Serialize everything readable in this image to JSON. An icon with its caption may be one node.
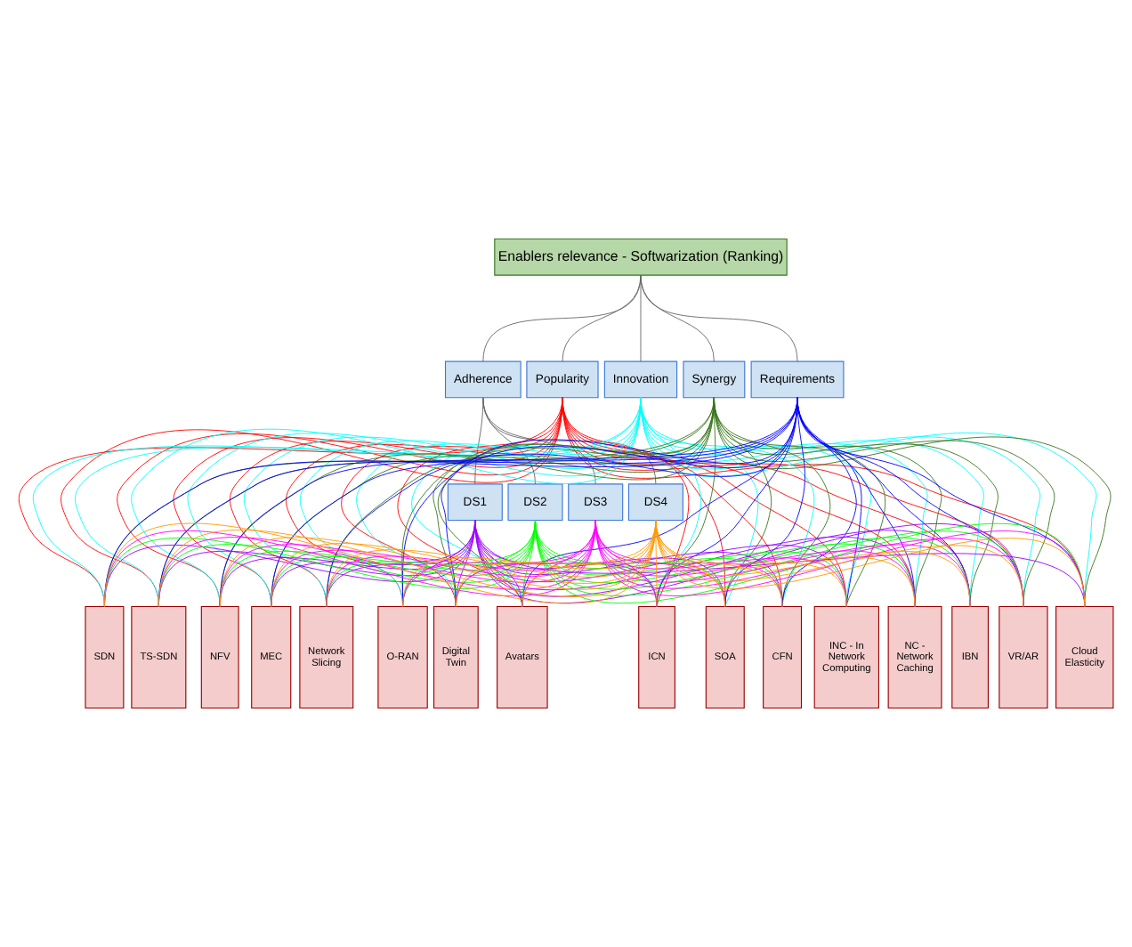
{
  "diagram": {
    "nodes": [
      {
        "text": [
          "Enablers relevance - Softwarization (Ranking)"
        ]
      },
      {
        "text": [
          "Adherence"
        ]
      },
      {
        "text": [
          "Popularity"
        ]
      },
      {
        "text": [
          "Innovation"
        ]
      },
      {
        "text": [
          "Synergy"
        ]
      },
      {
        "text": [
          "Requirements"
        ]
      },
      {
        "text": [
          "DS1"
        ]
      },
      {
        "text": [
          "DS2"
        ]
      },
      {
        "text": [
          "DS3"
        ]
      },
      {
        "text": [
          "DS4"
        ]
      },
      {
        "text": [
          "SDN"
        ]
      },
      {
        "text": [
          "TS-SDN"
        ]
      },
      {
        "text": [
          "NFV"
        ]
      },
      {
        "text": [
          "MEC"
        ]
      },
      {
        "text": [
          "Network Slicing"
        ]
      },
      {
        "text": [
          "O-RAN"
        ]
      },
      {
        "text": [
          "Digital Twin"
        ]
      },
      {
        "text": [
          "Avatars"
        ]
      },
      {
        "text": [
          "ICN"
        ]
      },
      {
        "text": [
          "SOA"
        ]
      },
      {
        "text": [
          "CFN"
        ]
      },
      {
        "text": [
          "INC - In Network Computing"
        ]
      },
      {
        "text": [
          "NC - Network Caching"
        ]
      },
      {
        "text": [
          "IBN"
        ]
      },
      {
        "text": [
          "VR/AR"
        ]
      },
      {
        "text": [
          "Cloud Elasticity"
        ]
      }
    ],
    "edges": [
      {
        "from": 0,
        "to": 1,
        "arrow": "none",
        "color": "#666666"
      },
      {
        "from": 0,
        "to": 2,
        "arrow": "none",
        "color": "#666666"
      },
      {
        "from": 0,
        "to": 3,
        "arrow": "none",
        "color": "#666666"
      },
      {
        "from": 0,
        "to": 4,
        "arrow": "none",
        "color": "#666666"
      },
      {
        "from": 0,
        "to": 5,
        "arrow": "none",
        "color": "#666666"
      },
      {
        "from": 1,
        "to": 6,
        "arrow": "none",
        "color": "#666666"
      },
      {
        "from": 1,
        "to": 7,
        "arrow": "none",
        "color": "#666666"
      },
      {
        "from": 1,
        "to": 8,
        "arrow": "none",
        "color": "#666666"
      },
      {
        "from": 1,
        "to": 9,
        "arrow": "none",
        "color": "#666666"
      },
      {
        "from": 6,
        "to": 10,
        "arrow": "none",
        "color": "#9900ff"
      },
      {
        "from": 6,
        "to": 11,
        "arrow": "none",
        "color": "#9900ff"
      },
      {
        "from": 6,
        "to": 12,
        "arrow": "none",
        "color": "#9900ff"
      },
      {
        "from": 6,
        "to": 13,
        "arrow": "none",
        "color": "#9900ff"
      },
      {
        "from": 6,
        "to": 14,
        "arrow": "none",
        "color": "#9900ff"
      },
      {
        "from": 6,
        "to": 15,
        "arrow": "none",
        "color": "#9900ff"
      },
      {
        "from": 6,
        "to": 16,
        "arrow": "none",
        "color": "#9900ff"
      },
      {
        "from": 6,
        "to": 17,
        "arrow": "none",
        "color": "#9900ff"
      },
      {
        "from": 6,
        "to": 18,
        "arrow": "none",
        "color": "#9900ff"
      },
      {
        "from": 6,
        "to": 19,
        "arrow": "none",
        "color": "#9900ff"
      },
      {
        "from": 6,
        "to": 20,
        "arrow": "none",
        "color": "#9900ff"
      },
      {
        "from": 6,
        "to": 21,
        "arrow": "none",
        "color": "#9900ff"
      },
      {
        "from": 6,
        "to": 22,
        "arrow": "none",
        "color": "#9900ff"
      },
      {
        "from": 6,
        "to": 23,
        "arrow": "none",
        "color": "#9900ff"
      },
      {
        "from": 6,
        "to": 24,
        "arrow": "none",
        "color": "#9900ff"
      },
      {
        "from": 6,
        "to": 25,
        "arrow": "none",
        "color": "#9900ff"
      },
      {
        "from": 7,
        "to": 10,
        "arrow": "none",
        "color": "#00ff00"
      },
      {
        "from": 7,
        "to": 11,
        "arrow": "none",
        "color": "#00ff00"
      },
      {
        "from": 7,
        "to": 12,
        "arrow": "none",
        "color": "#00ff00"
      },
      {
        "from": 7,
        "to": 13,
        "arrow": "none",
        "color": "#00ff00"
      },
      {
        "from": 7,
        "to": 14,
        "arrow": "none",
        "color": "#00ff00"
      },
      {
        "from": 7,
        "to": 15,
        "arrow": "none",
        "color": "#00ff00"
      },
      {
        "from": 7,
        "to": 16,
        "arrow": "none",
        "color": "#00ff00"
      },
      {
        "from": 7,
        "to": 17,
        "arrow": "none",
        "color": "#00ff00"
      },
      {
        "from": 7,
        "to": 18,
        "arrow": "none",
        "color": "#00ff00"
      },
      {
        "from": 7,
        "to": 19,
        "arrow": "none",
        "color": "#00ff00"
      },
      {
        "from": 7,
        "to": 20,
        "arrow": "none",
        "color": "#00ff00"
      },
      {
        "from": 7,
        "to": 21,
        "arrow": "none",
        "color": "#00ff00"
      },
      {
        "from": 7,
        "to": 22,
        "arrow": "none",
        "color": "#00ff00"
      },
      {
        "from": 7,
        "to": 23,
        "arrow": "none",
        "color": "#00ff00"
      },
      {
        "from": 7,
        "to": 24,
        "arrow": "none",
        "color": "#00ff00"
      },
      {
        "from": 7,
        "to": 25,
        "arrow": "none",
        "color": "#00ff00"
      },
      {
        "from": 8,
        "to": 10,
        "arrow": "none",
        "color": "#ff00ff"
      },
      {
        "from": 8,
        "to": 11,
        "arrow": "none",
        "color": "#ff00ff"
      },
      {
        "from": 8,
        "to": 12,
        "arrow": "none",
        "color": "#ff00ff"
      },
      {
        "from": 8,
        "to": 13,
        "arrow": "none",
        "color": "#ff00ff"
      },
      {
        "from": 8,
        "to": 14,
        "arrow": "none",
        "color": "#ff00ff"
      },
      {
        "from": 8,
        "to": 15,
        "arrow": "none",
        "color": "#ff00ff"
      },
      {
        "from": 8,
        "to": 16,
        "arrow": "none",
        "color": "#ff00ff"
      },
      {
        "from": 8,
        "to": 17,
        "arrow": "none",
        "color": "#ff00ff"
      },
      {
        "from": 8,
        "to": 18,
        "arrow": "none",
        "color": "#ff00ff"
      },
      {
        "from": 8,
        "to": 19,
        "arrow": "none",
        "color": "#ff00ff"
      },
      {
        "from": 8,
        "to": 20,
        "arrow": "none",
        "color": "#ff00ff"
      },
      {
        "from": 8,
        "to": 21,
        "arrow": "none",
        "color": "#ff00ff"
      },
      {
        "from": 8,
        "to": 22,
        "arrow": "none",
        "color": "#ff00ff"
      },
      {
        "from": 8,
        "to": 23,
        "arrow": "none",
        "color": "#ff00ff"
      },
      {
        "from": 8,
        "to": 24,
        "arrow": "none",
        "color": "#ff00ff"
      },
      {
        "from": 8,
        "to": 25,
        "arrow": "none",
        "color": "#ff00ff"
      },
      {
        "from": 9,
        "to": 10,
        "arrow": "none",
        "color": "#ff9900"
      },
      {
        "from": 9,
        "to": 11,
        "arrow": "none",
        "color": "#ff9900"
      },
      {
        "from": 9,
        "to": 12,
        "arrow": "none",
        "color": "#ff9900"
      },
      {
        "from": 9,
        "to": 13,
        "arrow": "none",
        "color": "#ff9900"
      },
      {
        "from": 9,
        "to": 14,
        "arrow": "none",
        "color": "#ff9900"
      },
      {
        "from": 9,
        "to": 15,
        "arrow": "none",
        "color": "#ff9900"
      },
      {
        "from": 9,
        "to": 16,
        "arrow": "none",
        "color": "#ff9900"
      },
      {
        "from": 9,
        "to": 17,
        "arrow": "none",
        "color": "#ff9900"
      },
      {
        "from": 9,
        "to": 18,
        "arrow": "none",
        "color": "#ff9900"
      },
      {
        "from": 9,
        "to": 19,
        "arrow": "none",
        "color": "#ff9900"
      },
      {
        "from": 9,
        "to": 20,
        "arrow": "none",
        "color": "#ff9900"
      },
      {
        "from": 9,
        "to": 21,
        "arrow": "none",
        "color": "#ff9900"
      },
      {
        "from": 9,
        "to": 22,
        "arrow": "none",
        "color": "#ff9900"
      },
      {
        "from": 9,
        "to": 23,
        "arrow": "none",
        "color": "#ff9900"
      },
      {
        "from": 9,
        "to": 24,
        "arrow": "none",
        "color": "#ff9900"
      },
      {
        "from": 9,
        "to": 25,
        "arrow": "none",
        "color": "#ff9900"
      },
      {
        "from": 2,
        "to": 10,
        "arrow": "none",
        "color": "#ff0000"
      },
      {
        "from": 2,
        "to": 11,
        "arrow": "none",
        "color": "#ff0000"
      },
      {
        "from": 2,
        "to": 12,
        "arrow": "none",
        "color": "#ff0000"
      },
      {
        "from": 2,
        "to": 13,
        "arrow": "none",
        "color": "#ff0000"
      },
      {
        "from": 2,
        "to": 14,
        "arrow": "none",
        "color": "#ff0000"
      },
      {
        "from": 2,
        "to": 15,
        "arrow": "none",
        "color": "#ff0000"
      },
      {
        "from": 2,
        "to": 16,
        "arrow": "none",
        "color": "#ff0000"
      },
      {
        "from": 2,
        "to": 17,
        "arrow": "none",
        "color": "#ff0000"
      },
      {
        "from": 2,
        "to": 18,
        "arrow": "none",
        "color": "#ff0000"
      },
      {
        "from": 2,
        "to": 19,
        "arrow": "none",
        "color": "#ff0000"
      },
      {
        "from": 2,
        "to": 20,
        "arrow": "none",
        "color": "#ff0000"
      },
      {
        "from": 2,
        "to": 21,
        "arrow": "none",
        "color": "#ff0000"
      },
      {
        "from": 2,
        "to": 22,
        "arrow": "none",
        "color": "#ff0000"
      },
      {
        "from": 2,
        "to": 23,
        "arrow": "none",
        "color": "#ff0000"
      },
      {
        "from": 2,
        "to": 24,
        "arrow": "none",
        "color": "#ff0000"
      },
      {
        "from": 2,
        "to": 25,
        "arrow": "none",
        "color": "#ff0000"
      },
      {
        "from": 3,
        "to": 10,
        "arrow": "none",
        "color": "#00ffff"
      },
      {
        "from": 3,
        "to": 11,
        "arrow": "none",
        "color": "#00ffff"
      },
      {
        "from": 3,
        "to": 12,
        "arrow": "none",
        "color": "#00ffff"
      },
      {
        "from": 3,
        "to": 13,
        "arrow": "none",
        "color": "#00ffff"
      },
      {
        "from": 3,
        "to": 14,
        "arrow": "none",
        "color": "#00ffff"
      },
      {
        "from": 3,
        "to": 15,
        "arrow": "none",
        "color": "#00ffff"
      },
      {
        "from": 3,
        "to": 16,
        "arrow": "none",
        "color": "#00ffff"
      },
      {
        "from": 3,
        "to": 17,
        "arrow": "none",
        "color": "#00ffff"
      },
      {
        "from": 3,
        "to": 18,
        "arrow": "none",
        "color": "#00ffff"
      },
      {
        "from": 3,
        "to": 19,
        "arrow": "none",
        "color": "#00ffff"
      },
      {
        "from": 3,
        "to": 20,
        "arrow": "none",
        "color": "#00ffff"
      },
      {
        "from": 3,
        "to": 21,
        "arrow": "none",
        "color": "#00ffff"
      },
      {
        "from": 3,
        "to": 22,
        "arrow": "none",
        "color": "#00ffff"
      },
      {
        "from": 3,
        "to": 23,
        "arrow": "none",
        "color": "#00ffff"
      },
      {
        "from": 3,
        "to": 24,
        "arrow": "none",
        "color": "#00ffff"
      },
      {
        "from": 3,
        "to": 25,
        "arrow": "none",
        "color": "#00ffff"
      },
      {
        "from": 4,
        "to": 10,
        "arrow": "none",
        "color": "#38761d"
      },
      {
        "from": 4,
        "to": 11,
        "arrow": "none",
        "color": "#38761d"
      },
      {
        "from": 4,
        "to": 12,
        "arrow": "none",
        "color": "#38761d"
      },
      {
        "from": 4,
        "to": 13,
        "arrow": "none",
        "color": "#38761d"
      },
      {
        "from": 4,
        "to": 14,
        "arrow": "none",
        "color": "#38761d"
      },
      {
        "from": 4,
        "to": 15,
        "arrow": "none",
        "color": "#38761d"
      },
      {
        "from": 4,
        "to": 16,
        "arrow": "none",
        "color": "#38761d"
      },
      {
        "from": 4,
        "to": 17,
        "arrow": "none",
        "color": "#38761d"
      },
      {
        "from": 4,
        "to": 18,
        "arrow": "none",
        "color": "#38761d"
      },
      {
        "from": 4,
        "to": 19,
        "arrow": "none",
        "color": "#38761d"
      },
      {
        "from": 4,
        "to": 20,
        "arrow": "none",
        "color": "#38761d"
      },
      {
        "from": 4,
        "to": 21,
        "arrow": "none",
        "color": "#38761d"
      },
      {
        "from": 4,
        "to": 22,
        "arrow": "none",
        "color": "#38761d"
      },
      {
        "from": 4,
        "to": 23,
        "arrow": "none",
        "color": "#38761d"
      },
      {
        "from": 4,
        "to": 24,
        "arrow": "none",
        "color": "#38761d"
      },
      {
        "from": 4,
        "to": 25,
        "arrow": "none",
        "color": "#38761d"
      },
      {
        "from": 5,
        "to": 10,
        "arrow": "none",
        "color": "#0000ff"
      },
      {
        "from": 5,
        "to": 11,
        "arrow": "none",
        "color": "#0000ff"
      },
      {
        "from": 5,
        "to": 12,
        "arrow": "none",
        "color": "#0000ff"
      },
      {
        "from": 5,
        "to": 13,
        "arrow": "none",
        "color": "#0000ff"
      },
      {
        "from": 5,
        "to": 14,
        "arrow": "none",
        "color": "#0000ff"
      },
      {
        "from": 5,
        "to": 15,
        "arrow": "none",
        "color": "#0000ff"
      },
      {
        "from": 5,
        "to": 16,
        "arrow": "none",
        "color": "#0000ff"
      },
      {
        "from": 5,
        "to": 17,
        "arrow": "none",
        "color": "#0000ff"
      },
      {
        "from": 5,
        "to": 18,
        "arrow": "none",
        "color": "#0000ff"
      },
      {
        "from": 5,
        "to": 19,
        "arrow": "none",
        "color": "#0000ff"
      },
      {
        "from": 5,
        "to": 20,
        "arrow": "none",
        "color": "#0000ff"
      },
      {
        "from": 5,
        "to": 21,
        "arrow": "none",
        "color": "#0000ff"
      },
      {
        "from": 5,
        "to": 22,
        "arrow": "none",
        "color": "#0000ff"
      },
      {
        "from": 5,
        "to": 23,
        "arrow": "none",
        "color": "#0000ff"
      },
      {
        "from": 5,
        "to": 24,
        "arrow": "none",
        "color": "#0000ff"
      },
      {
        "from": 5,
        "to": 25,
        "arrow": "none",
        "color": "#0000ff"
      }
    ]
  }
}
